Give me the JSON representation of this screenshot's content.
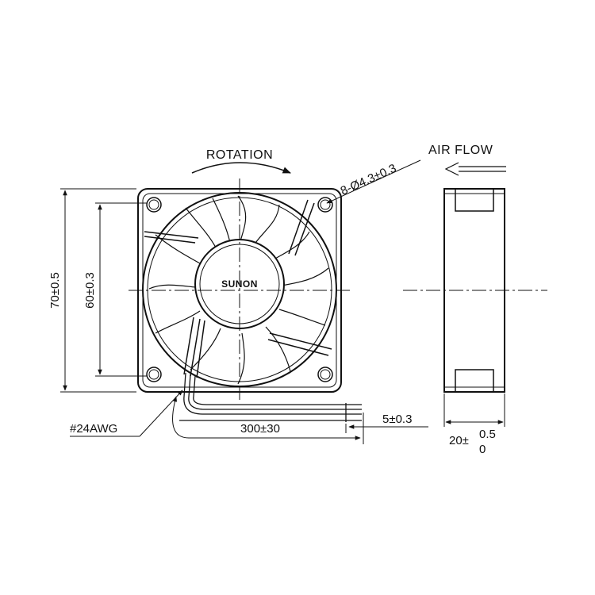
{
  "labels": {
    "rotation": "ROTATION",
    "air_flow": "AIR FLOW",
    "brand": "SUNON",
    "mount_holes": "8-Ø4.3±0.3",
    "height_outer": "70±0.5",
    "height_inner": "60±0.3",
    "wire_gauge": "#24AWG",
    "wire_length": "300±30",
    "wire_strip": "5±0.3",
    "depth_base": "20±",
    "depth_tol_upper": "0.5",
    "depth_tol_lower": "0"
  },
  "colors": {
    "line": "#111111",
    "background": "#ffffff"
  }
}
